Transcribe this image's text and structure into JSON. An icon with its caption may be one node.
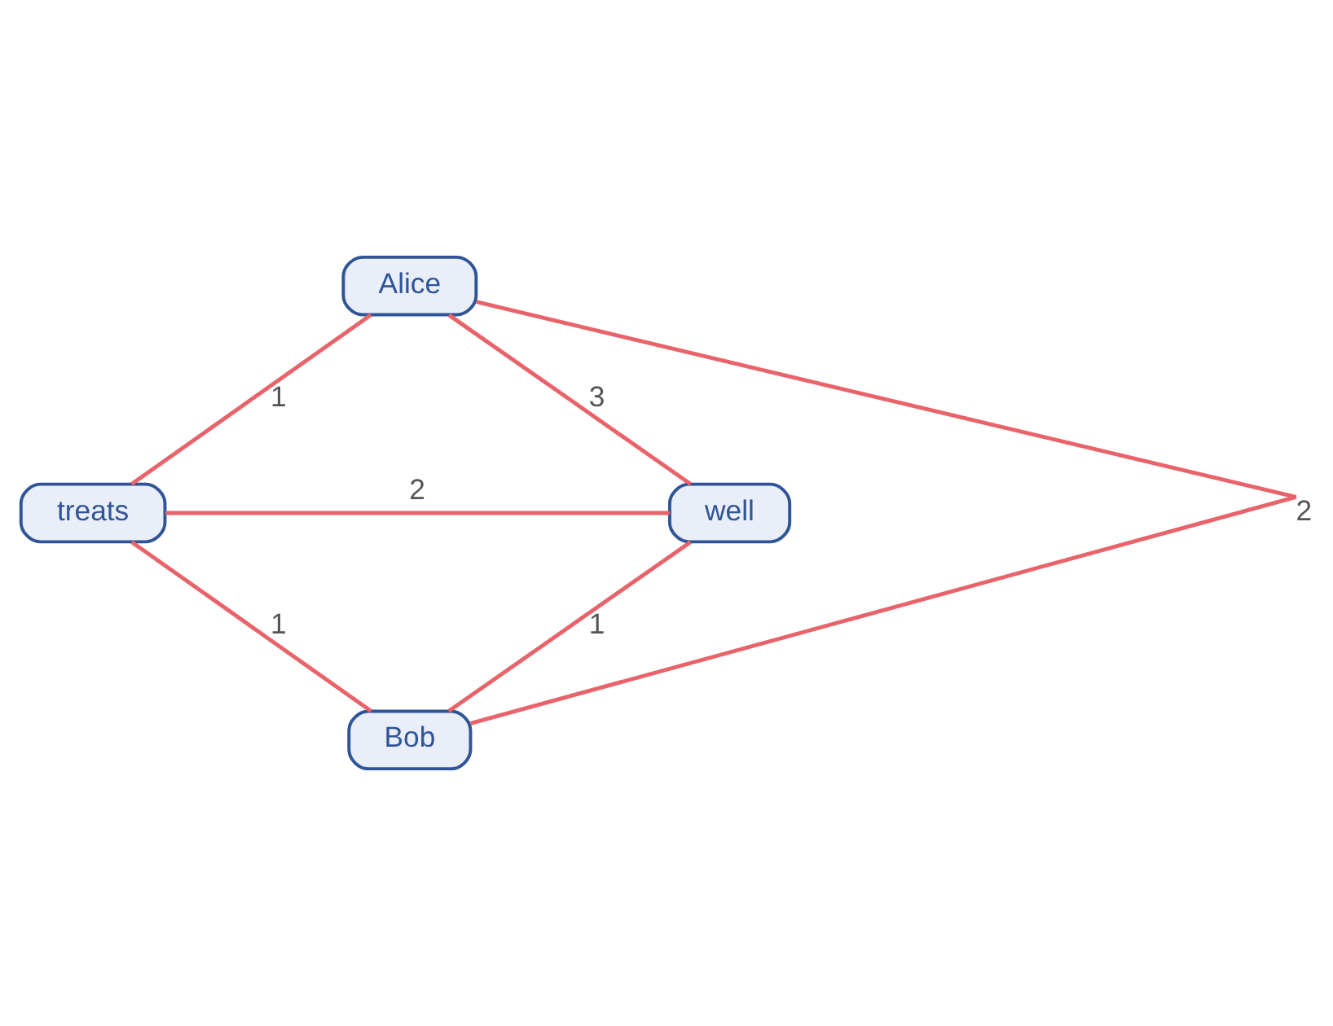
{
  "diagram": {
    "nodes": [
      {
        "text": [
          "Alice"
        ]
      },
      {
        "text": [
          "treats"
        ]
      },
      {
        "text": [
          "well"
        ]
      },
      {
        "text": [
          "Bob"
        ]
      }
    ],
    "edges": [
      {
        "from": 0,
        "to": 1,
        "arrow": "none",
        "label": "1"
      },
      {
        "from": 0,
        "to": 2,
        "arrow": "none",
        "label": "3"
      },
      {
        "from": 0,
        "to": 3,
        "arrow": "none",
        "label": "2"
      },
      {
        "from": 1,
        "to": 2,
        "arrow": "none",
        "label": "2"
      },
      {
        "from": 1,
        "to": 3,
        "arrow": "none",
        "label": "1"
      },
      {
        "from": 2,
        "to": 3,
        "arrow": "none",
        "label": "1"
      }
    ]
  }
}
